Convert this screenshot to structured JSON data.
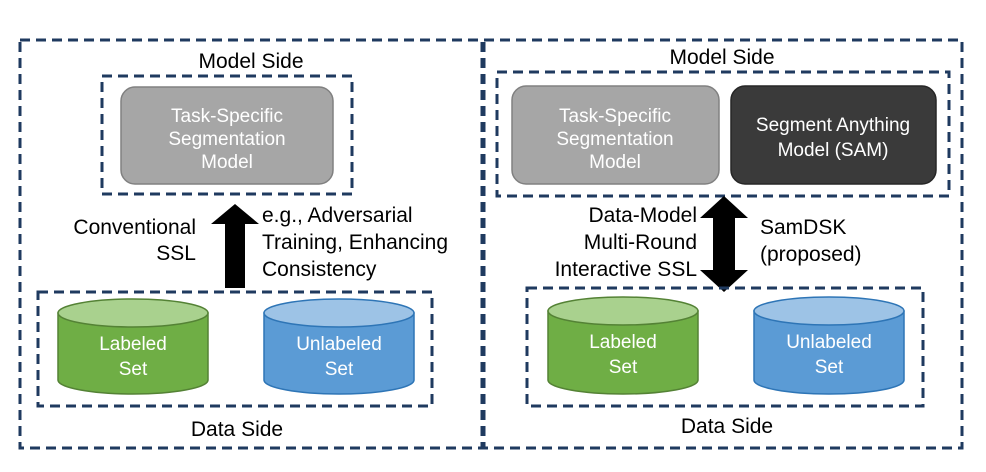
{
  "left_panel": {
    "model_side_label": "Model Side",
    "model_box": [
      "Task-Specific",
      "Segmentation",
      "Model"
    ],
    "arrow_left_label": [
      "Conventional",
      "SSL"
    ],
    "arrow_right_label": [
      "e.g., Adversarial",
      "Training, Enhancing",
      "Consistency"
    ],
    "labeled_set": [
      "Labeled",
      "Set"
    ],
    "unlabeled_set": [
      "Unlabeled",
      "Set"
    ],
    "data_side_label": "Data Side"
  },
  "right_panel": {
    "model_side_label": "Model Side",
    "model_box": [
      "Task-Specific",
      "Segmentation",
      "Model"
    ],
    "sam_box": [
      "Segment Anything",
      "Model (SAM)"
    ],
    "arrow_left_label": [
      "Data-Model",
      "Multi-Round",
      "Interactive SSL"
    ],
    "arrow_right_label": [
      "SamDSK",
      "(proposed)"
    ],
    "labeled_set": [
      "Labeled",
      "Set"
    ],
    "unlabeled_set": [
      "Unlabeled",
      "Set"
    ],
    "data_side_label": "Data Side"
  },
  "colors": {
    "dash_border": "#1f3a5f",
    "gray_box": "#a6a6a6",
    "dark_box": "#3a3a3a",
    "green_body": "#6fae45",
    "green_top": "#a9d18e",
    "blue_body": "#5b9bd5",
    "blue_top": "#9dc3e6"
  }
}
